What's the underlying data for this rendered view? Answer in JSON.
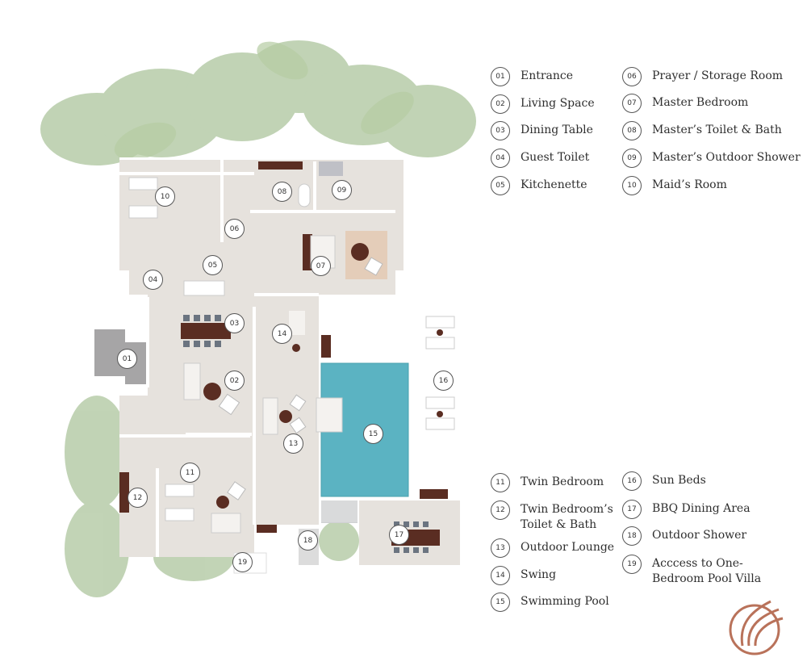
{
  "legend_top_left": [
    {
      "num": "01",
      "label": "Entrance"
    },
    {
      "num": "02",
      "label": "Living Space"
    },
    {
      "num": "03",
      "label": "Dining Table"
    },
    {
      "num": "04",
      "label": "Guest Toilet"
    },
    {
      "num": "05",
      "label": "Kitchenette"
    }
  ],
  "legend_top_right": [
    {
      "num": "06",
      "label": "Prayer / Storage Room"
    },
    {
      "num": "07",
      "label": "Master Bedroom"
    },
    {
      "num": "08",
      "label": "Master’s Toilet & Bath"
    },
    {
      "num": "09",
      "label": "Master’s Outdoor Shower"
    },
    {
      "num": "10",
      "label": "Maid’s Room"
    }
  ],
  "legend_bottom_left": [
    {
      "num": "11",
      "label": "Twin Bedroom"
    },
    {
      "num": "12",
      "label": "Twin Bedroom’s Toilet & Bath"
    },
    {
      "num": "13",
      "label": "Outdoor Lounge"
    },
    {
      "num": "14",
      "label": "Swing"
    },
    {
      "num": "15",
      "label": "Swimming Pool"
    }
  ],
  "legend_bottom_right": [
    {
      "num": "16",
      "label": "Sun Beds"
    },
    {
      "num": "17",
      "label": "BBQ Dining Area"
    },
    {
      "num": "18",
      "label": "Outdoor Shower"
    },
    {
      "num": "19",
      "label": "Acccess to One-Bedroom Pool Villa"
    }
  ],
  "plan_markers": [
    "01",
    "02",
    "03",
    "04",
    "05",
    "06",
    "07",
    "08",
    "09",
    "10",
    "11",
    "12",
    "13",
    "14",
    "15",
    "16",
    "17",
    "18",
    "19"
  ],
  "colors": {
    "floor": "#e6e2dd",
    "wall": "#ffffff",
    "foliage": "#8fb07a",
    "pool": "#5bb3c2",
    "wood": "#5a2d22",
    "logo": "#b9725a"
  }
}
